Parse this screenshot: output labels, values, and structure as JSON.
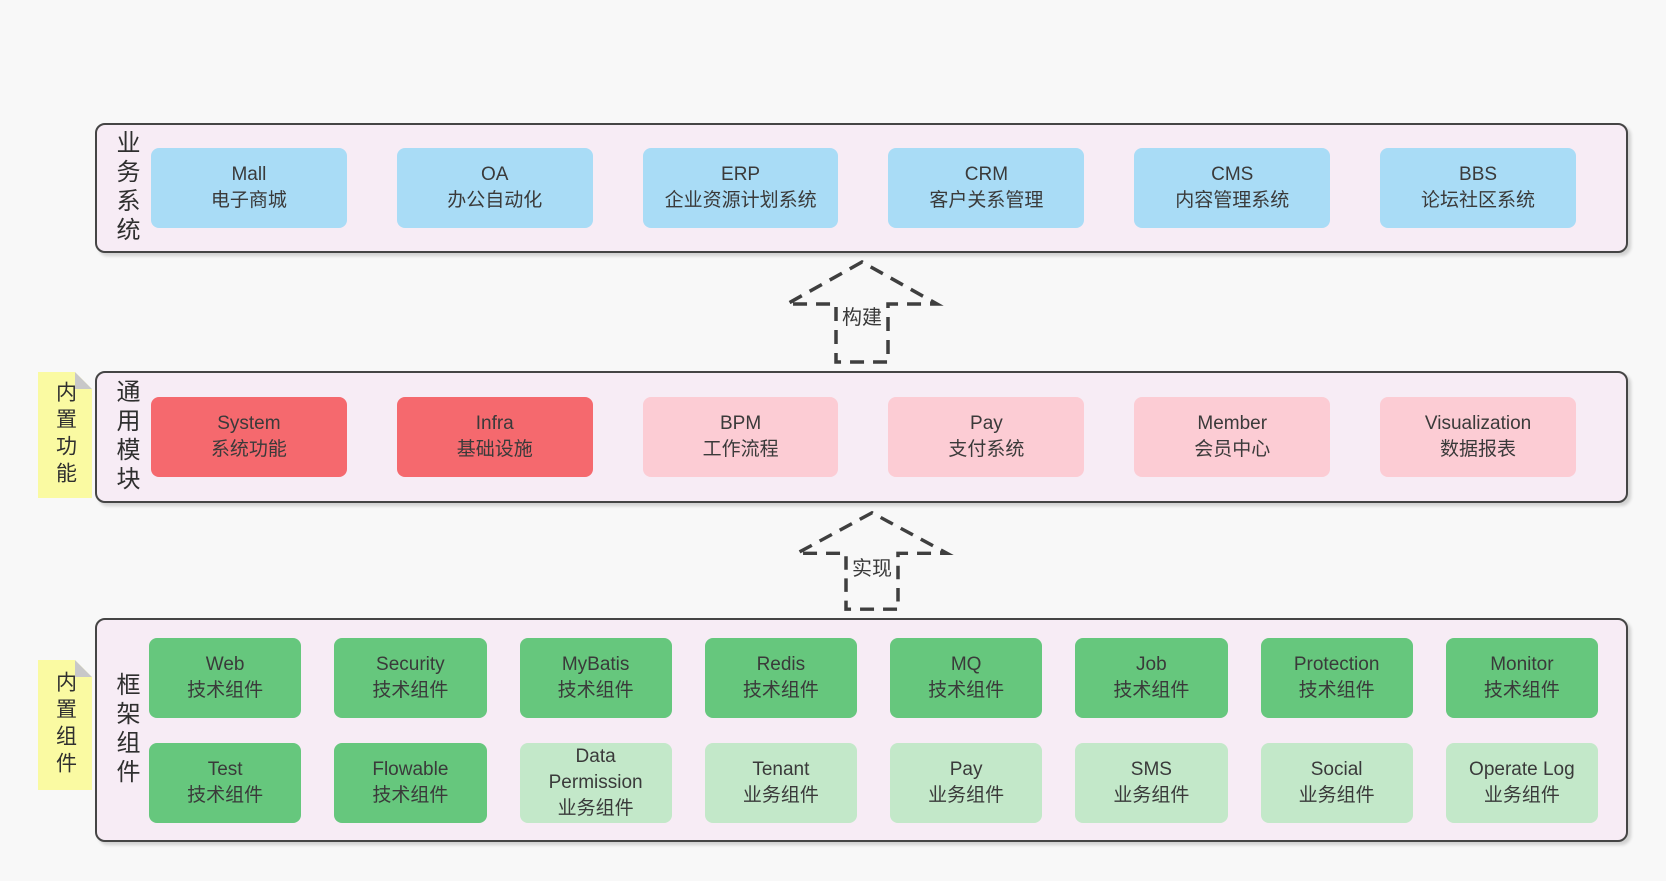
{
  "colors": {
    "page_bg": "#f8f8f8",
    "panel_bg": "#f7ecf5",
    "panel_border": "#454545",
    "blue": "#a9dcf6",
    "red": "#f5696e",
    "pink": "#fcccd4",
    "green": "#66c77d",
    "light_green": "#c3e8c9",
    "tag_yellow": "#fafaa2",
    "fold_gray": "#c8c8c9",
    "text": "#3a3a3a",
    "arrow": "#3f3f3f"
  },
  "layers": [
    {
      "label": "业务系统",
      "boxes": [
        {
          "name": "Mall",
          "desc": "电子商城",
          "variant": "blue"
        },
        {
          "name": "OA",
          "desc": "办公自动化",
          "variant": "blue"
        },
        {
          "name": "ERP",
          "desc": "企业资源计划系统",
          "variant": "blue"
        },
        {
          "name": "CRM",
          "desc": "客户关系管理",
          "variant": "blue"
        },
        {
          "name": "CMS",
          "desc": "内容管理系统",
          "variant": "blue"
        },
        {
          "name": "BBS",
          "desc": "论坛社区系统",
          "variant": "blue"
        }
      ]
    },
    {
      "label": "通用模块",
      "tag": "内置功能",
      "boxes": [
        {
          "name": "System",
          "desc": "系统功能",
          "variant": "red"
        },
        {
          "name": "Infra",
          "desc": "基础设施",
          "variant": "red"
        },
        {
          "name": "BPM",
          "desc": "工作流程",
          "variant": "pink"
        },
        {
          "name": "Pay",
          "desc": "支付系统",
          "variant": "pink"
        },
        {
          "name": "Member",
          "desc": "会员中心",
          "variant": "pink"
        },
        {
          "name": "Visualization",
          "desc": "数据报表",
          "variant": "pink"
        }
      ]
    },
    {
      "label": "框架组件",
      "tag": "内置组件",
      "rows": [
        [
          {
            "name": "Web",
            "desc": "技术组件",
            "variant": "green"
          },
          {
            "name": "Security",
            "desc": "技术组件",
            "variant": "green"
          },
          {
            "name": "MyBatis",
            "desc": "技术组件",
            "variant": "green"
          },
          {
            "name": "Redis",
            "desc": "技术组件",
            "variant": "green"
          },
          {
            "name": "MQ",
            "desc": "技术组件",
            "variant": "green"
          },
          {
            "name": "Job",
            "desc": "技术组件",
            "variant": "green"
          },
          {
            "name": "Protection",
            "desc": "技术组件",
            "variant": "green"
          },
          {
            "name": "Monitor",
            "desc": "技术组件",
            "variant": "green"
          }
        ],
        [
          {
            "name": "Test",
            "desc": "技术组件",
            "variant": "green"
          },
          {
            "name": "Flowable",
            "desc": "技术组件",
            "variant": "green"
          },
          {
            "name": "Data Permission",
            "desc": "业务组件",
            "variant": "lightgreen"
          },
          {
            "name": "Tenant",
            "desc": "业务组件",
            "variant": "lightgreen"
          },
          {
            "name": "Pay",
            "desc": "业务组件",
            "variant": "lightgreen"
          },
          {
            "name": "SMS",
            "desc": "业务组件",
            "variant": "lightgreen"
          },
          {
            "name": "Social",
            "desc": "业务组件",
            "variant": "lightgreen"
          },
          {
            "name": "Operate Log",
            "desc": "业务组件",
            "variant": "lightgreen"
          }
        ]
      ]
    }
  ],
  "arrows": [
    {
      "label": "构建"
    },
    {
      "label": "实现"
    }
  ]
}
